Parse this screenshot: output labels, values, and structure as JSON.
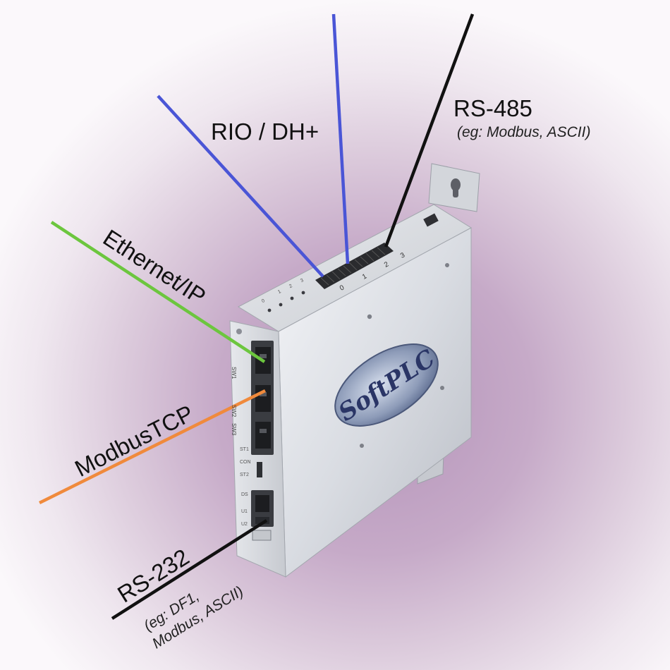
{
  "labels": {
    "rio_dh": "RIO / DH+",
    "rs485": "RS-485",
    "rs485_note": "(eg:  Modbus, ASCII)",
    "ethernet_ip": "Ethernet/IP",
    "modbus_tcp": "ModbusTCP",
    "rs232": "RS-232",
    "rs232_note_1": "(eg:  DF1,",
    "rs232_note_2": "Modbus, ASCII)"
  },
  "device": {
    "logo": "SoftPLC",
    "port_labels": [
      "SW1",
      "SW2",
      "SW3"
    ],
    "status_labels": [
      "ST1",
      "CON",
      "ST2",
      "DS",
      "U1",
      "U2"
    ],
    "terminal_numbers": [
      "0",
      "1",
      "2",
      "3"
    ],
    "led_numbers": [
      "0",
      "1",
      "2",
      "3"
    ]
  },
  "colors": {
    "rio_line": "#4a55d6",
    "rs485_line": "#111111",
    "ethernet_line": "#6cc63e",
    "modbus_line": "#f08a3c",
    "rs232_line": "#111111"
  }
}
